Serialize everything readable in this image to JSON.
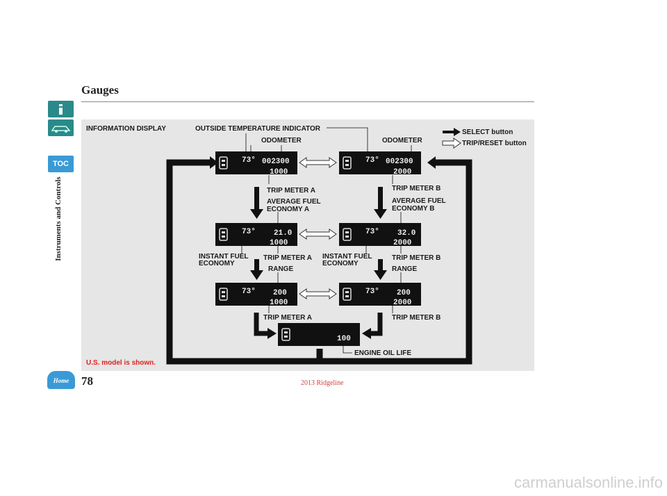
{
  "page": {
    "title": "Gauges",
    "side_label": "Instruments and Controls",
    "page_number": "78",
    "model_name": "2013 Ridgeline",
    "footer_watermark": "carmanualsonline.info",
    "toc_label": "TOC",
    "home_label": "Home"
  },
  "diagram": {
    "info_display": "INFORMATION DISPLAY",
    "outside_temp": "OUTSIDE TEMPERATURE INDICATOR",
    "odometer_left": "ODOMETER",
    "odometer_right": "ODOMETER",
    "legend_select": "SELECT button",
    "legend_trip": "TRIP/RESET button",
    "trip_a_1": "TRIP METER A",
    "avg_a_1": "AVERAGE FUEL",
    "avg_a_2": "ECONOMY A",
    "trip_b_1": "TRIP METER B",
    "avg_b_1": "AVERAGE FUEL",
    "avg_b_2": "ECONOMY B",
    "inst_l_1": "INSTANT FUEL",
    "inst_l_2": "ECONOMY",
    "trip_a_2": "TRIP METER A",
    "inst_r_1": "INSTANT FUEL",
    "inst_r_2": "ECONOMY",
    "trip_b_2": "TRIP METER B",
    "range_l": "RANGE",
    "range_r": "RANGE",
    "trip_a_3": "TRIP METER A",
    "trip_b_3": "TRIP METER B",
    "oil_life": "ENGINE OIL LIFE",
    "us_model": "U.S. model is shown."
  },
  "colors": {
    "panel": "#e6e6e6",
    "arrow": "#111111",
    "note": "#e02020",
    "accent": "#3a9ad6"
  }
}
